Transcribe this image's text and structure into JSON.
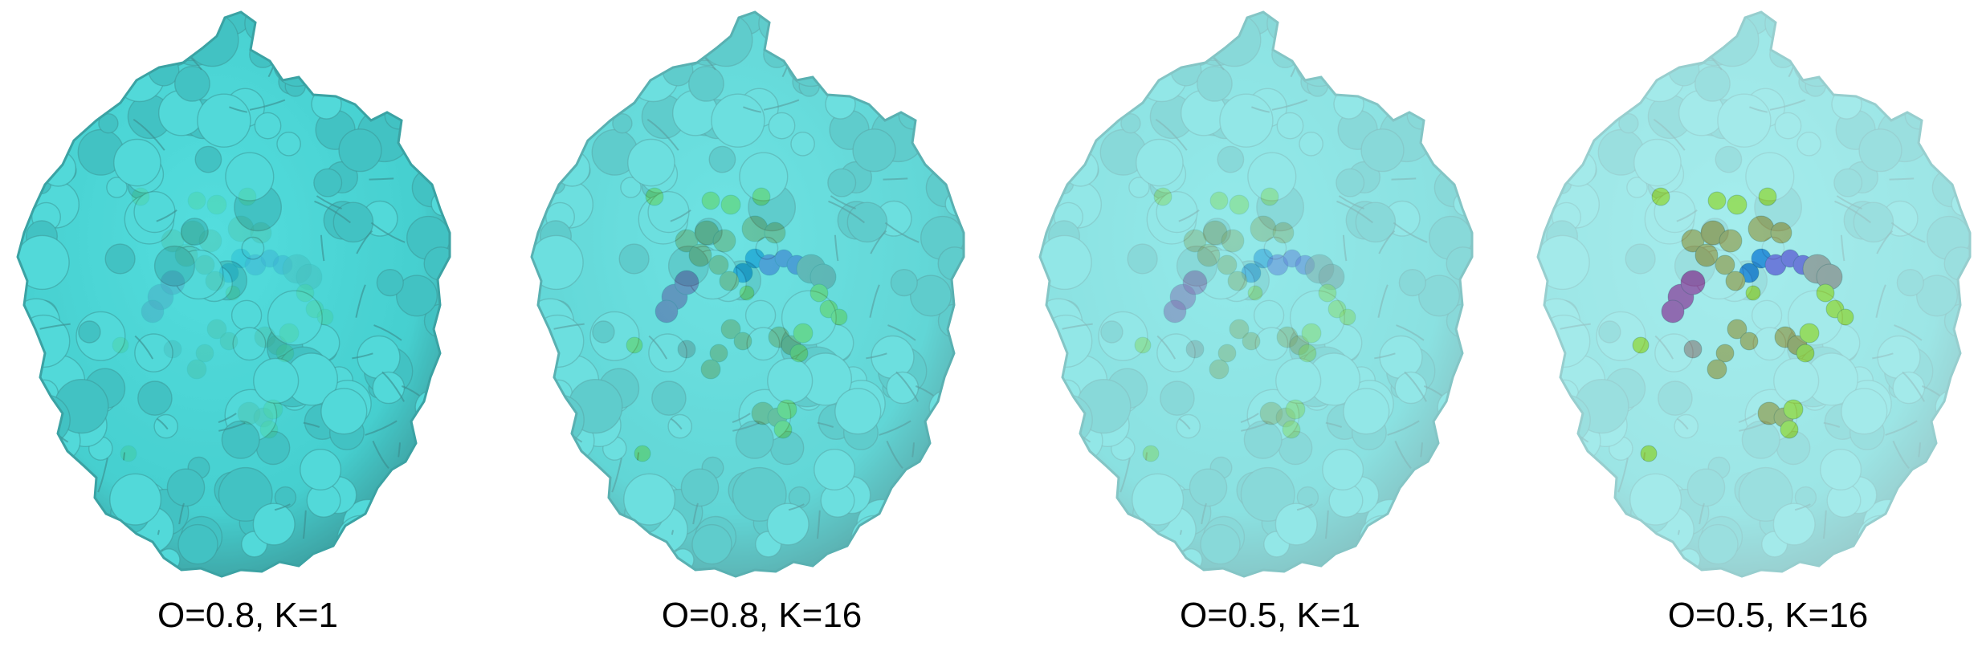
{
  "panels": [
    {
      "caption": "O=0.8, K=1",
      "surface_opacity": 0.8,
      "highlight_count": 1
    },
    {
      "caption": "O=0.8, K=16",
      "surface_opacity": 0.8,
      "highlight_count": 16
    },
    {
      "caption": "O=0.5, K=1",
      "surface_opacity": 0.5,
      "highlight_count": 1
    },
    {
      "caption": "O=0.5, K=16",
      "surface_opacity": 0.5,
      "highlight_count": 16
    }
  ],
  "colors": {
    "surface": "#18c4c4",
    "surface_shadow": "#0c7f80",
    "ligand_yellow": "#e6e619",
    "ligand_orange": "#e8a040",
    "ligand_magenta": "#e0229a",
    "ligand_purple": "#a040e0",
    "ligand_pink": "#e08a86",
    "ligand_blue": "#3a6ae0"
  }
}
